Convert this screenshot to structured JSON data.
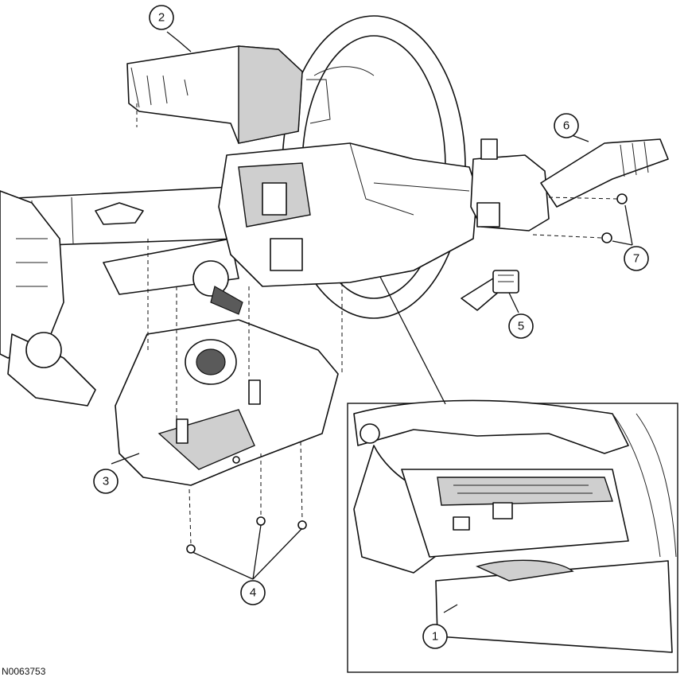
{
  "figure_id": "N0063753",
  "callouts": {
    "c1": "1",
    "c2": "2",
    "c3": "3",
    "c4": "4",
    "c5": "5",
    "c6": "6",
    "c7": "7"
  }
}
